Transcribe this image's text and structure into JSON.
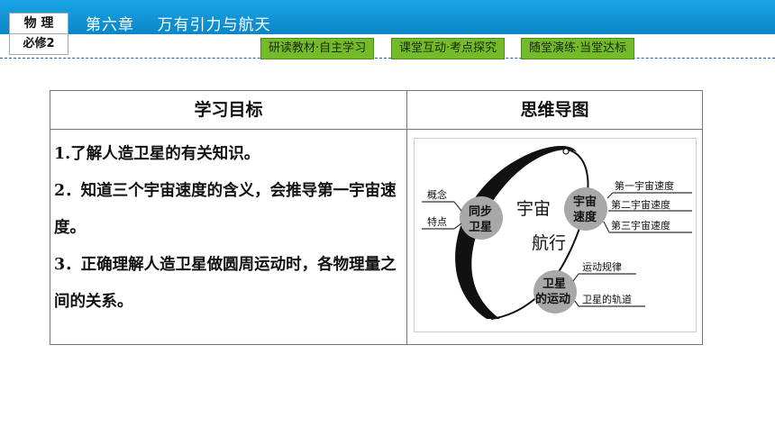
{
  "header": {
    "subject": "物 理",
    "volume": "必修2",
    "chapter": "第六章    万有引力与航天",
    "nav": [
      "研读教材·自主学习",
      "课堂互动·考点探究",
      "随堂演练·当堂达标"
    ]
  },
  "table": {
    "left_header": "学习目标",
    "right_header": "思维导图",
    "goals": [
      "1.了解人造卫星的有关知识。",
      "2．知道三个宇宙速度的含义，会推导第一宇宙速度。",
      "3．正确理解人造卫星做圆周运动时，各物理量之间的关系。"
    ]
  },
  "mindmap": {
    "center": [
      "宇宙",
      "航行"
    ],
    "node_left": [
      "同步",
      "卫星"
    ],
    "node_right": [
      "宇宙",
      "速度"
    ],
    "node_bottom": [
      "卫星",
      "的运动"
    ],
    "left_branches": [
      "概念",
      "特点"
    ],
    "right_branches": [
      "第一宇宙速度",
      "第二宇宙速度",
      "第三宇宙速度"
    ],
    "bottom_branches": [
      "运动规律",
      "卫星的轨道"
    ]
  },
  "colors": {
    "header_blue": "#1196d6",
    "nav_green": "#74bb2a",
    "node_gray": "#a8a8a8"
  }
}
